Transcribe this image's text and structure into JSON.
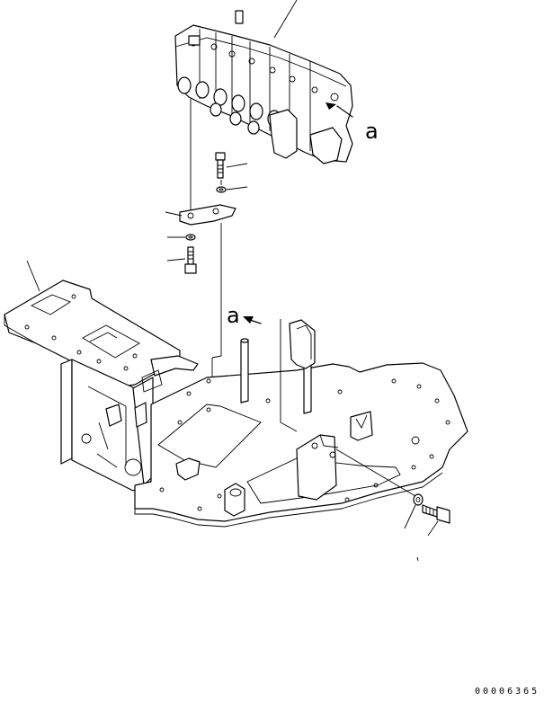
{
  "diagram": {
    "ref_labels": {
      "view_a_upper": "a",
      "view_a_lower": "a"
    },
    "drawing_code": "00006365",
    "parts": [
      {
        "icon": "control-valve-icon"
      },
      {
        "icon": "bolt-icon"
      },
      {
        "icon": "washer-icon"
      },
      {
        "icon": "bracket-icon"
      },
      {
        "icon": "washer-icon"
      },
      {
        "icon": "bolt-icon"
      },
      {
        "icon": "pedestal-frame-icon"
      },
      {
        "icon": "floor-plate-icon"
      },
      {
        "icon": "washer-icon"
      },
      {
        "icon": "bolt-icon"
      }
    ]
  }
}
